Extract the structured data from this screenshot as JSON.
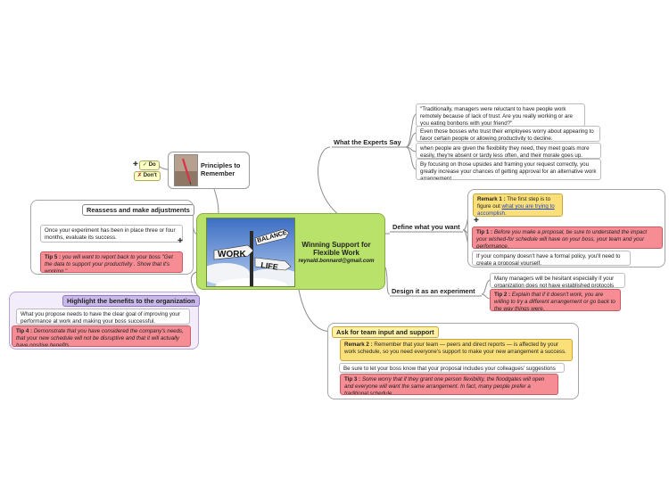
{
  "central": {
    "title": "Winning Support for Flexible Work",
    "email": "reynald.bonnard@gmail.com",
    "sign_words": [
      "BALANCE",
      "WORK",
      "LIFE"
    ]
  },
  "principles": {
    "label": "Principles to Remember",
    "legend_do": "Do",
    "legend_dont": "Don't"
  },
  "experts": {
    "label": "What the Experts Say",
    "notes": [
      "\"Traditionally, managers were reluctant to have people work remotely because of lack of trust: Are you really working or are you eating bonbons with your friend?\"",
      "Even those bosses who trust their employees worry about appearing to favor certain people or allowing productivity to decline.",
      "when people are given the flexibility they need, they meet goals more easily, they're absent or tardy less often, and their morale goes up.",
      "By focusing on those upsides and framing your request correctly, you greatly increase your chances of getting approval for an alternative work arrangement."
    ]
  },
  "define": {
    "label": "Define what you want",
    "remark_title": "Remark 1 :",
    "remark_text": "The first step is to figure out",
    "remark_link": "what you are trying to accomplish.",
    "tip_title": "Tip 1 :",
    "tip_text": "Before you make a proposal, be sure to understand the impact your wished-for schedule will have on your boss, your team and your performance.",
    "note": "If your company doesn't have a formal policy, you'll need to create a proposal yourself."
  },
  "design": {
    "label": "Design it as an experiment",
    "note": "Many managers will be hesitant especially if your organization does not have established protocols",
    "tip_title": "Tip 2 :",
    "tip_text": "Explain that if it doesn't work, you are willing to try a different arrangement or go back to the way things were."
  },
  "team": {
    "label": "Ask for team input and support",
    "remark_title": "Remark 2 :",
    "remark_text": "Remember that your team — peers and direct reports — is affected by your work schedule, so you need everyone's support to make your new arrangement a success.",
    "note": "Be sure to let your boss know that your proposal includes your colleagues' suggestions",
    "tip_title": "Tip 3 :",
    "tip_text": "Some worry that if they grant one person flexibility, the floodgates will open and everyone will want the same arrangement. In fact, many people prefer a traditional schedule."
  },
  "reassess": {
    "label": "Reassess and make adjustments",
    "note": "Once your experiment has been in place three or four months, evaluate its success.",
    "tip_title": "Tip 5 :",
    "tip_text": "you will want to report back to your boss \"Get the data to support your productivity . Show that it's working.\""
  },
  "benefits": {
    "label": "Highlight the benefits to the organization",
    "note": "What you propose needs to have the clear goal of improving your performance at work and making your boss successful.",
    "tip_title": "Tip 4 :",
    "tip_text": "Demonstrate that you have considered the company's needs, that your new schedule will not be disruptive and that it will actually have positive benefits"
  },
  "colors": {
    "central_fill": "#b9e26b",
    "tip_fill": "#f68c94",
    "remark_fill": "#fbe07a",
    "benefits_group": "#f3ecfb"
  },
  "icons": [
    "plus-icon",
    "check-icon",
    "cross-icon",
    "signpost-image",
    "pen-image"
  ]
}
